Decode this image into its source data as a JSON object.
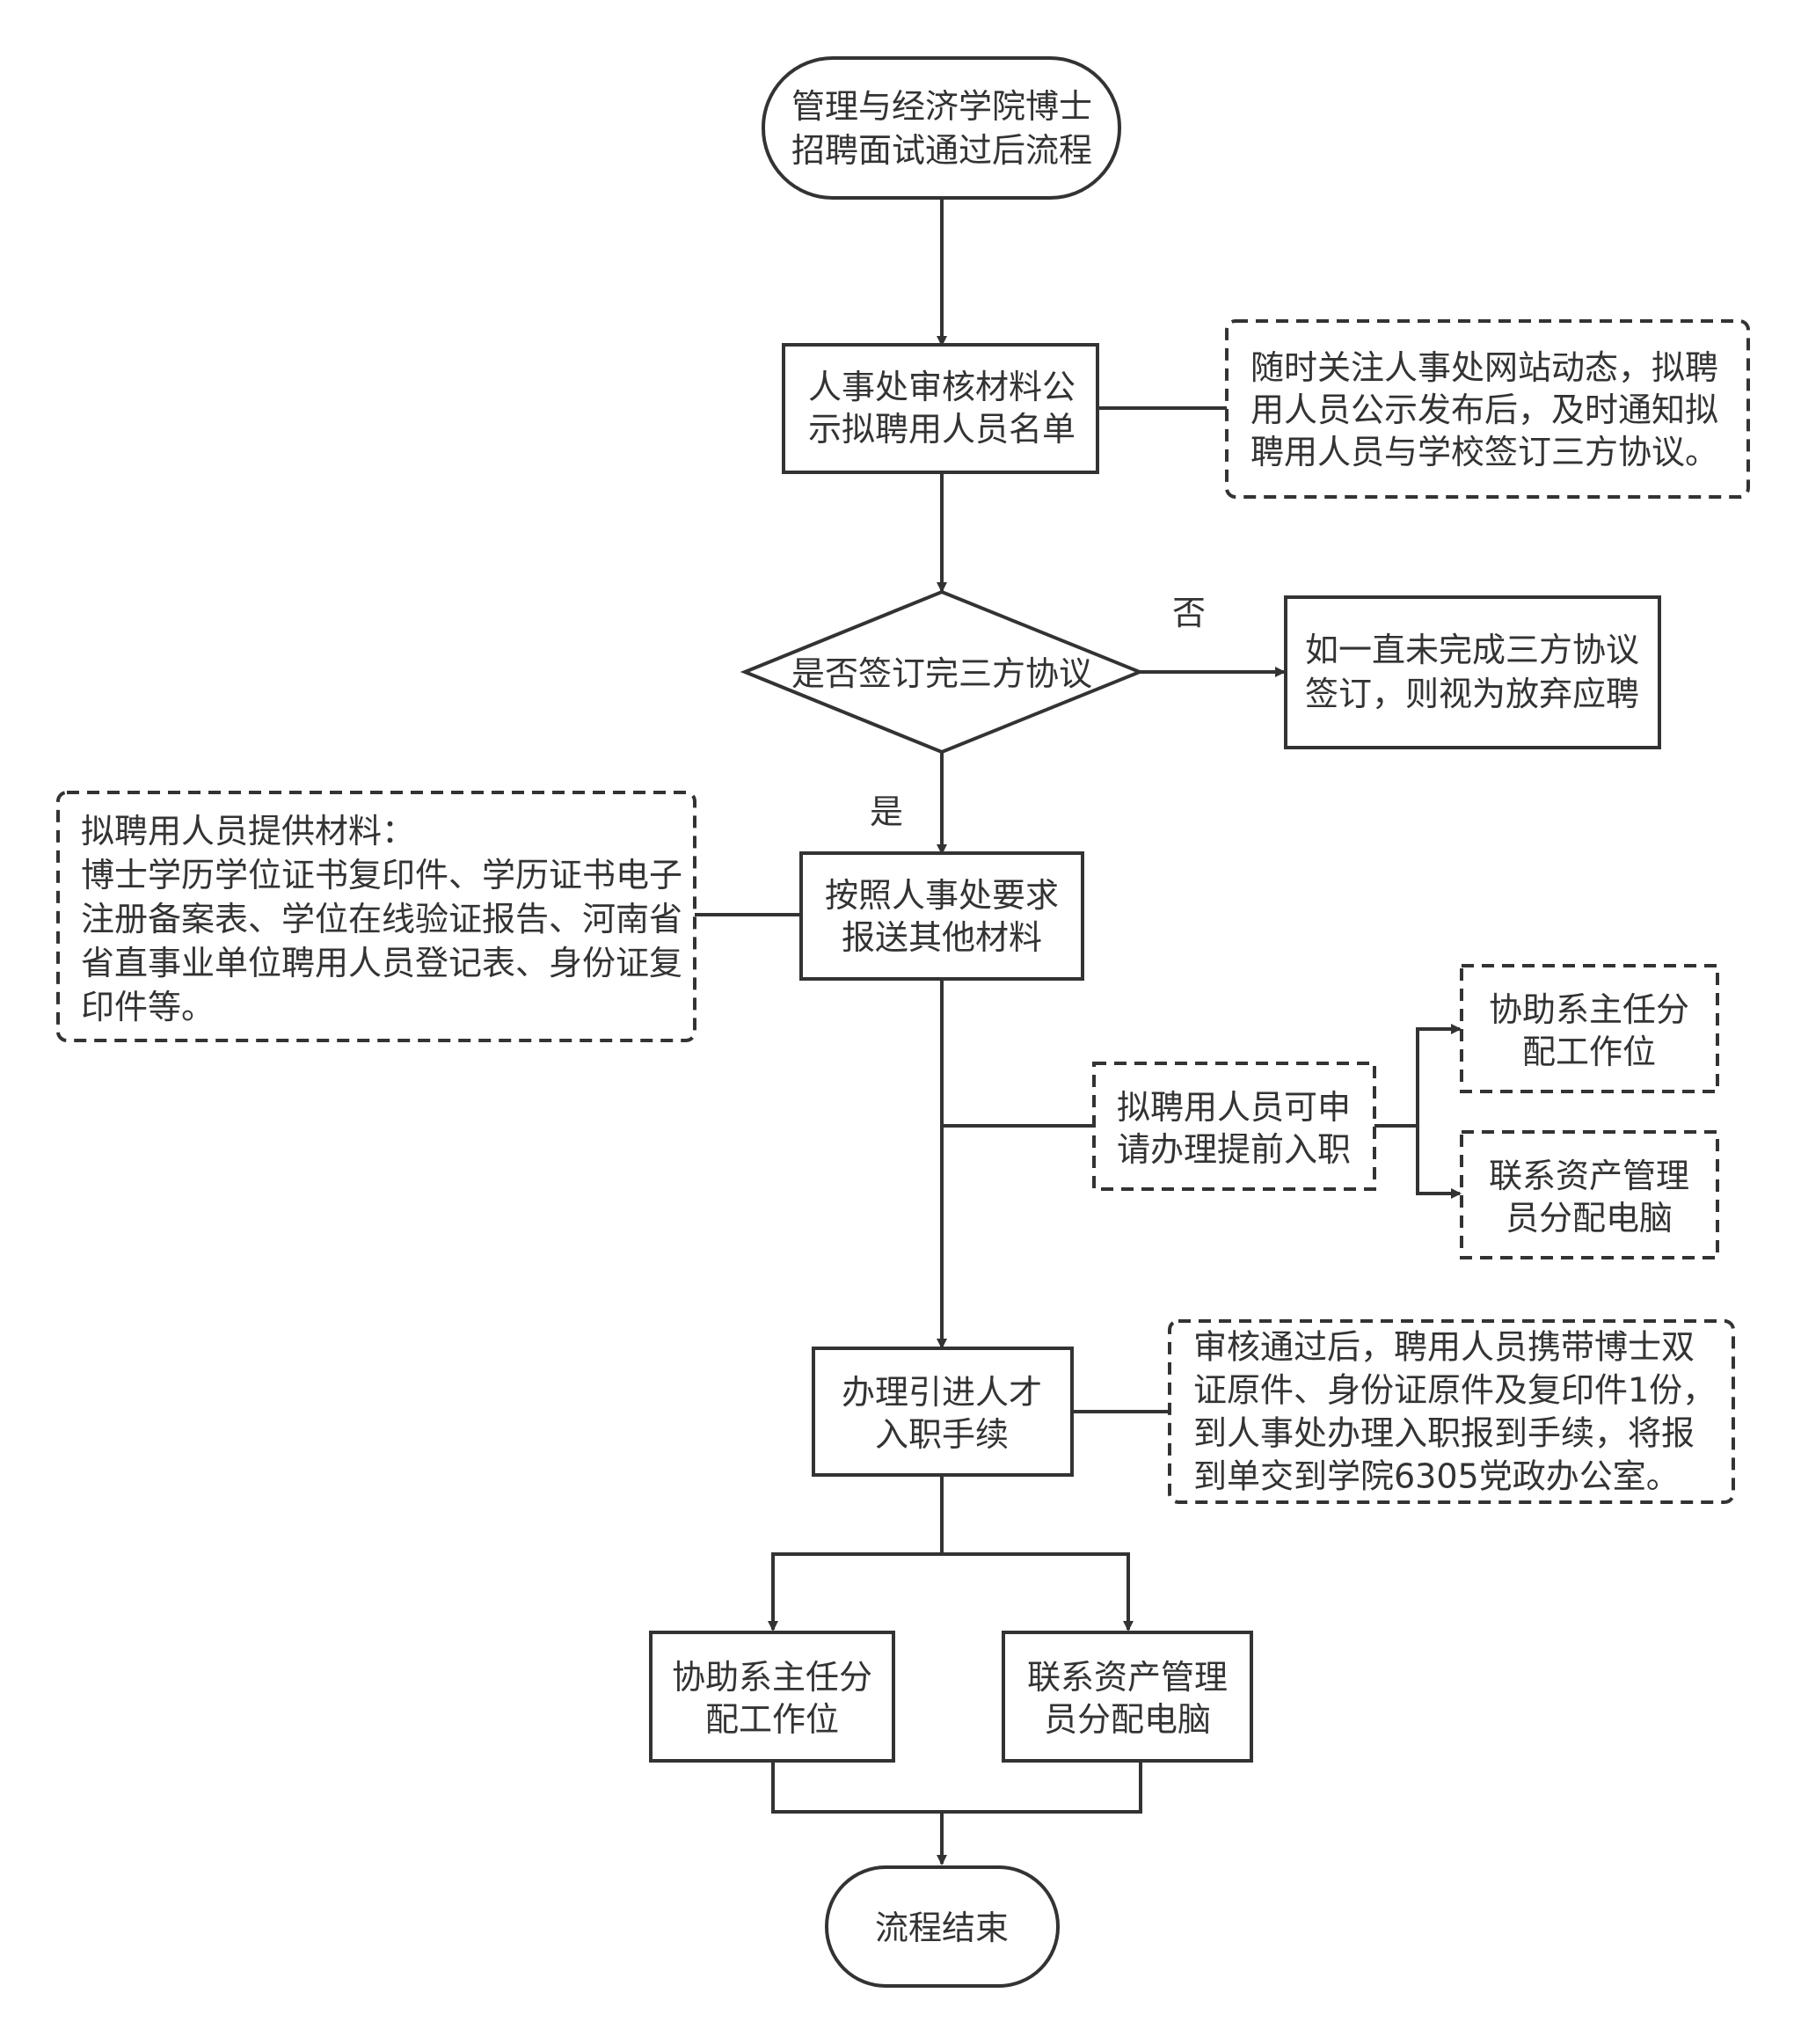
{
  "nodes": {
    "start": {
      "lines": [
        "管理与经济学院博士",
        "招聘面试通过后流程"
      ]
    },
    "review": {
      "lines": [
        "人事处审核材料公",
        "示拟聘用人员名单"
      ]
    },
    "note_review": {
      "lines": [
        "随时关注人事处网站动态，拟聘",
        "用人员公示发布后，及时通知拟",
        "聘用人员与学校签订三方协议。"
      ]
    },
    "decision": {
      "lines": [
        "是否签订完三方协议"
      ]
    },
    "abandon": {
      "lines": [
        "如一直未完成三方协议",
        "签订，则视为放弃应聘"
      ]
    },
    "submit": {
      "lines": [
        "按照人事处要求",
        "报送其他材料"
      ]
    },
    "note_materials": {
      "lines": [
        "拟聘用人员提供材料：",
        "博士学历学位证书复印件、学历证书电子",
        "注册备案表、学位在线验证报告、河南省",
        "省直事业单位聘用人员登记表、身份证复",
        "印件等。"
      ]
    },
    "early_entry": {
      "lines": [
        "拟聘用人员可申",
        "请办理提前入职"
      ]
    },
    "early_assign_office": {
      "lines": [
        "协助系主任分",
        "配工作位"
      ]
    },
    "early_assign_pc": {
      "lines": [
        "联系资产管理",
        "员分配电脑"
      ]
    },
    "onboard": {
      "lines": [
        "办理引进人才",
        "入职手续"
      ]
    },
    "note_onboard": {
      "lines": [
        "审核通过后，聘用人员携带博士双",
        "证原件、身份证原件及复印件1份，",
        "到人事处办理入职报到手续，将报",
        "到单交到学院6305党政办公室。"
      ]
    },
    "assign_office": {
      "lines": [
        "协助系主任分",
        "配工作位"
      ]
    },
    "assign_pc": {
      "lines": [
        "联系资产管理",
        "员分配电脑"
      ]
    },
    "end": {
      "lines": [
        "流程结束"
      ]
    }
  },
  "edge_labels": {
    "no": "否",
    "yes": "是"
  },
  "colors": {
    "line": "#333333",
    "fill": "#ffffff",
    "text": "#333333"
  }
}
